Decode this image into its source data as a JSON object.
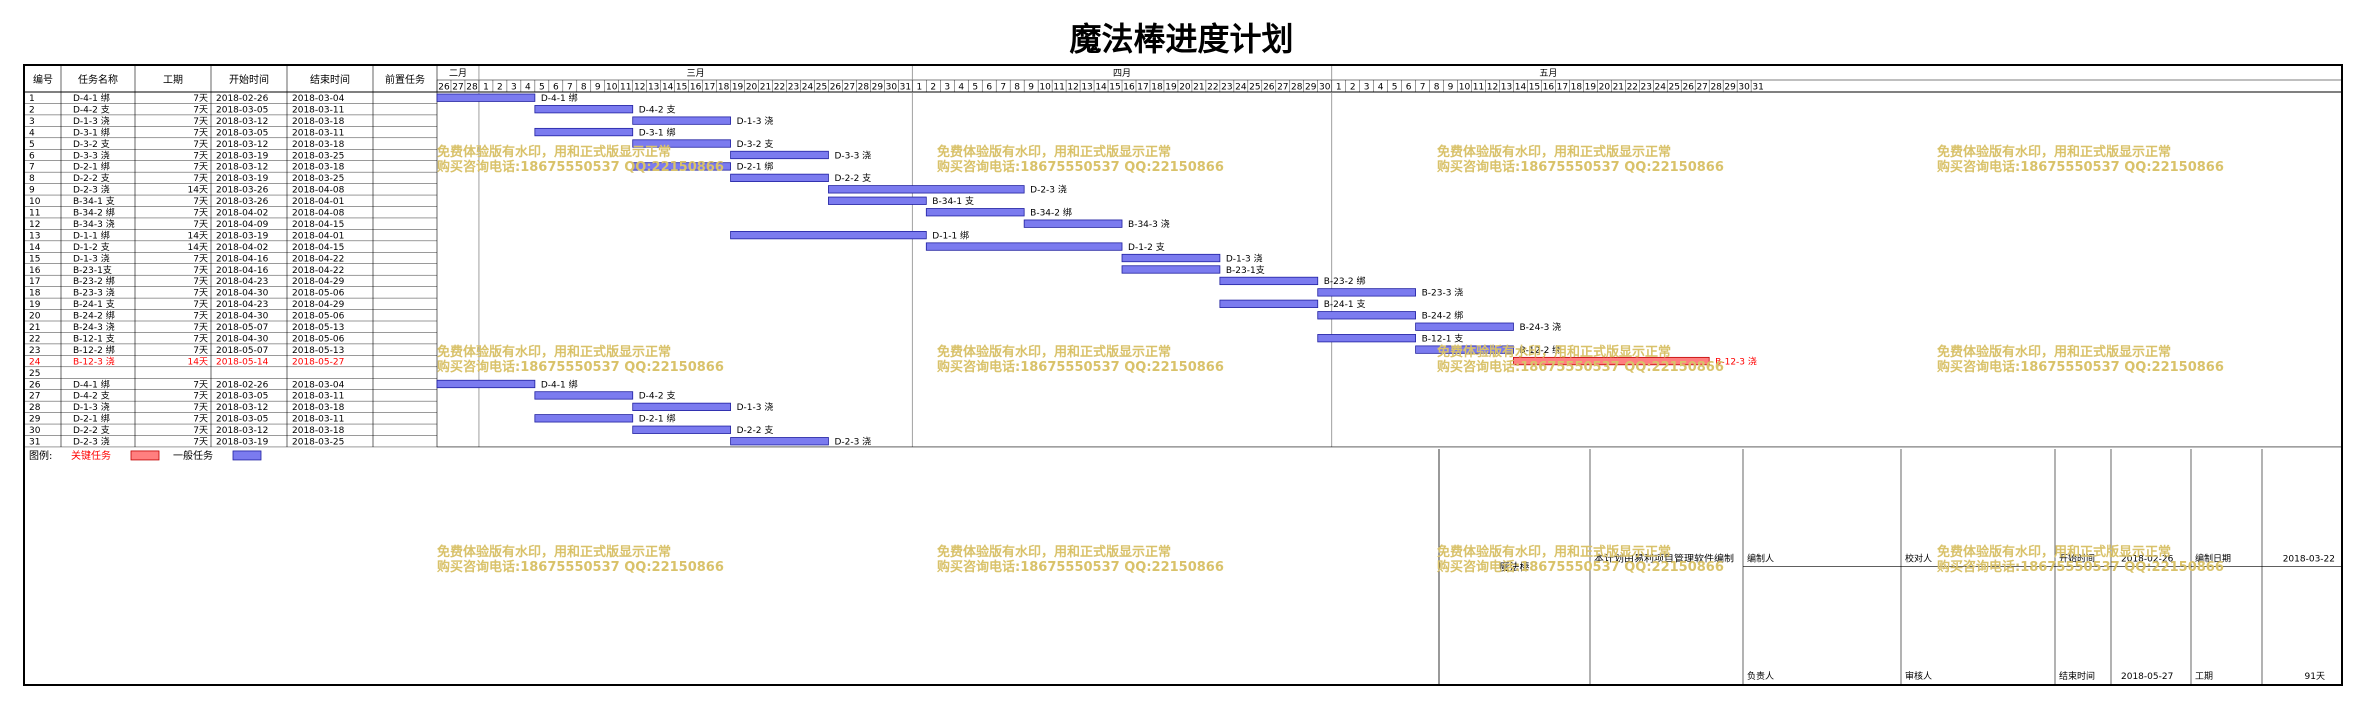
{
  "title": "魔法棒进度计划",
  "headers": {
    "no": "编号",
    "name": "任务名称",
    "duration": "工期",
    "start": "开始时间",
    "end": "结束时间",
    "pred": "前置任务"
  },
  "months": [
    {
      "label": "二月",
      "days": [
        "26",
        "27",
        "28"
      ]
    },
    {
      "label": "三月",
      "days": [
        "1",
        "2",
        "3",
        "4",
        "5",
        "6",
        "7",
        "8",
        "9",
        "10",
        "11",
        "12",
        "13",
        "14",
        "15",
        "16",
        "17",
        "18",
        "19",
        "20",
        "21",
        "22",
        "23",
        "24",
        "25",
        "26",
        "27",
        "28",
        "29",
        "30",
        "31"
      ]
    },
    {
      "label": "四月",
      "days": [
        "1",
        "2",
        "3",
        "4",
        "5",
        "6",
        "7",
        "8",
        "9",
        "10",
        "11",
        "12",
        "13",
        "14",
        "15",
        "16",
        "17",
        "18",
        "19",
        "20",
        "21",
        "22",
        "23",
        "24",
        "25",
        "26",
        "27",
        "28",
        "29",
        "30"
      ]
    },
    {
      "label": "五月",
      "days": [
        "1",
        "2",
        "3",
        "4",
        "5",
        "6",
        "7",
        "8",
        "9",
        "10",
        "11",
        "12",
        "13",
        "14",
        "15",
        "16",
        "17",
        "18",
        "19",
        "20",
        "21",
        "22",
        "23",
        "24",
        "25",
        "26",
        "27",
        "28",
        "29",
        "30",
        "31"
      ]
    }
  ],
  "colors": {
    "critical": "#ff7f7f",
    "normal": "#7b7bef",
    "critical_text": "#ff0000",
    "watermark": "#d9c26a"
  },
  "tasks": [
    {
      "no": "1",
      "name": "D-4-1 绑",
      "duration": "7天",
      "start": "2018-02-26",
      "end": "2018-03-04",
      "critical": false
    },
    {
      "no": "2",
      "name": "D-4-2 支",
      "duration": "7天",
      "start": "2018-03-05",
      "end": "2018-03-11",
      "critical": false
    },
    {
      "no": "3",
      "name": "D-1-3 浇",
      "duration": "7天",
      "start": "2018-03-12",
      "end": "2018-03-18",
      "critical": false
    },
    {
      "no": "4",
      "name": "D-3-1 绑",
      "duration": "7天",
      "start": "2018-03-05",
      "end": "2018-03-11",
      "critical": false
    },
    {
      "no": "5",
      "name": "D-3-2 支",
      "duration": "7天",
      "start": "2018-03-12",
      "end": "2018-03-18",
      "critical": false
    },
    {
      "no": "6",
      "name": "D-3-3 浇",
      "duration": "7天",
      "start": "2018-03-19",
      "end": "2018-03-25",
      "critical": false
    },
    {
      "no": "7",
      "name": "D-2-1 绑",
      "duration": "7天",
      "start": "2018-03-12",
      "end": "2018-03-18",
      "critical": false
    },
    {
      "no": "8",
      "name": "D-2-2 支",
      "duration": "7天",
      "start": "2018-03-19",
      "end": "2018-03-25",
      "critical": false
    },
    {
      "no": "9",
      "name": "D-2-3 浇",
      "duration": "14天",
      "start": "2018-03-26",
      "end": "2018-04-08",
      "critical": false
    },
    {
      "no": "10",
      "name": "B-34-1 支",
      "duration": "7天",
      "start": "2018-03-26",
      "end": "2018-04-01",
      "critical": false
    },
    {
      "no": "11",
      "name": "B-34-2 绑",
      "duration": "7天",
      "start": "2018-04-02",
      "end": "2018-04-08",
      "critical": false
    },
    {
      "no": "12",
      "name": "B-34-3 浇",
      "duration": "7天",
      "start": "2018-04-09",
      "end": "2018-04-15",
      "critical": false
    },
    {
      "no": "13",
      "name": "D-1-1 绑",
      "duration": "14天",
      "start": "2018-03-19",
      "end": "2018-04-01",
      "critical": false
    },
    {
      "no": "14",
      "name": "D-1-2 支",
      "duration": "14天",
      "start": "2018-04-02",
      "end": "2018-04-15",
      "critical": false
    },
    {
      "no": "15",
      "name": "D-1-3 浇",
      "duration": "7天",
      "start": "2018-04-16",
      "end": "2018-04-22",
      "critical": false
    },
    {
      "no": "16",
      "name": "B-23-1支",
      "duration": "7天",
      "start": "2018-04-16",
      "end": "2018-04-22",
      "critical": false
    },
    {
      "no": "17",
      "name": "B-23-2 绑",
      "duration": "7天",
      "start": "2018-04-23",
      "end": "2018-04-29",
      "critical": false
    },
    {
      "no": "18",
      "name": "B-23-3 浇",
      "duration": "7天",
      "start": "2018-04-30",
      "end": "2018-05-06",
      "critical": false
    },
    {
      "no": "19",
      "name": "B-24-1 支",
      "duration": "7天",
      "start": "2018-04-23",
      "end": "2018-04-29",
      "critical": false
    },
    {
      "no": "20",
      "name": "B-24-2 绑",
      "duration": "7天",
      "start": "2018-04-30",
      "end": "2018-05-06",
      "critical": false
    },
    {
      "no": "21",
      "name": "B-24-3 浇",
      "duration": "7天",
      "start": "2018-05-07",
      "end": "2018-05-13",
      "critical": false
    },
    {
      "no": "22",
      "name": "B-12-1 支",
      "duration": "7天",
      "start": "2018-04-30",
      "end": "2018-05-06",
      "critical": false
    },
    {
      "no": "23",
      "name": "B-12-2 绑",
      "duration": "7天",
      "start": "2018-05-07",
      "end": "2018-05-13",
      "critical": false
    },
    {
      "no": "24",
      "name": "B-12-3 浇",
      "duration": "14天",
      "start": "2018-05-14",
      "end": "2018-05-27",
      "critical": true
    },
    {
      "no": "25",
      "name": "",
      "duration": "",
      "start": "",
      "end": "",
      "critical": false
    },
    {
      "no": "26",
      "name": "D-4-1 绑",
      "duration": "7天",
      "start": "2018-02-26",
      "end": "2018-03-04",
      "critical": false
    },
    {
      "no": "27",
      "name": "D-4-2 支",
      "duration": "7天",
      "start": "2018-03-05",
      "end": "2018-03-11",
      "critical": false
    },
    {
      "no": "28",
      "name": "D-1-3 浇",
      "duration": "7天",
      "start": "2018-03-12",
      "end": "2018-03-18",
      "critical": false
    },
    {
      "no": "29",
      "name": "D-2-1 绑",
      "duration": "7天",
      "start": "2018-03-05",
      "end": "2018-03-11",
      "critical": false
    },
    {
      "no": "30",
      "name": "D-2-2 支",
      "duration": "7天",
      "start": "2018-03-12",
      "end": "2018-03-18",
      "critical": false
    },
    {
      "no": "31",
      "name": "D-2-3 浇",
      "duration": "7天",
      "start": "2018-03-19",
      "end": "2018-03-25",
      "critical": false
    }
  ],
  "watermark": {
    "line1": "免费体验版有水印，用和正式版显示正常",
    "line2": "购买咨询电话:18675550537 QQ:22150866"
  },
  "legend": {
    "label": "图例:",
    "critical": "关键任务",
    "normal": "一般任务"
  },
  "footer": {
    "project": "魔法棒",
    "note": "本计划由易利项目管理软件编制",
    "editor_label": "编制人",
    "owner_label": "负责人",
    "checker_label": "校对人",
    "reviewer_label": "审核人",
    "start_label": "开始时间",
    "start_value": "2018-02-26",
    "end_label": "结束时间",
    "end_value": "2018-05-27",
    "date_label": "编制日期",
    "date_value": "2018-03-22",
    "duration_label": "工期",
    "duration_value": "91天"
  }
}
